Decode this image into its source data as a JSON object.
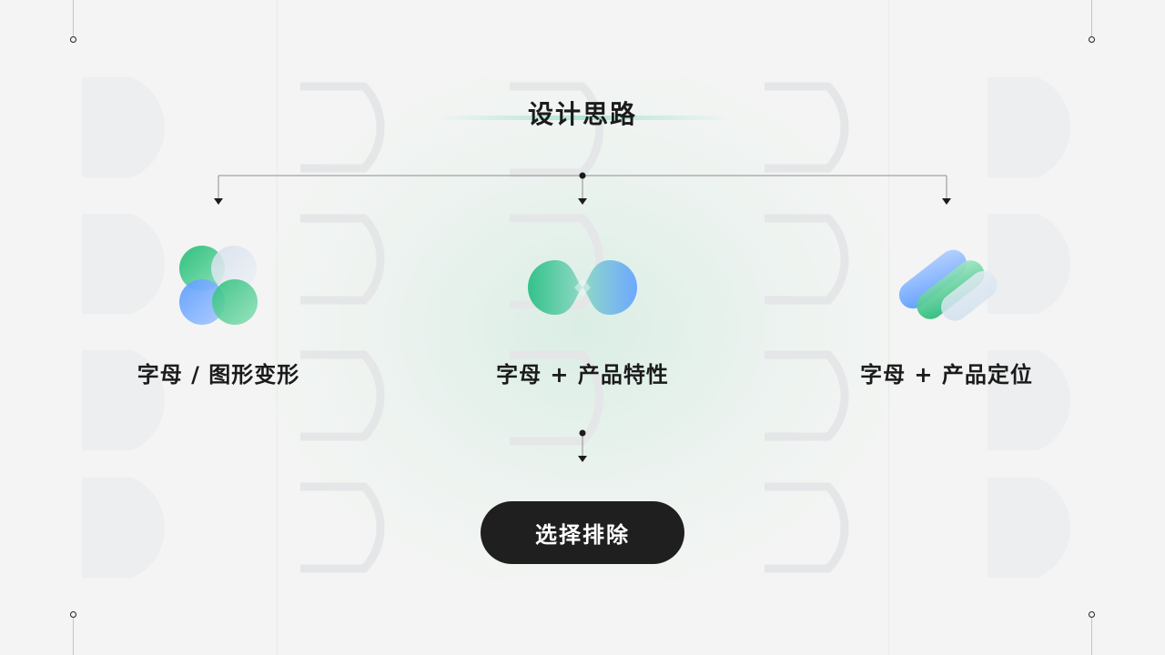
{
  "title": "设计思路",
  "concepts": [
    {
      "label": "字母 / 图形变形",
      "icon": "overlapping-circles-icon"
    },
    {
      "label": "字母 + 产品特性",
      "icon": "infinity-loop-icon"
    },
    {
      "label": "字母 + 产品定位",
      "icon": "diagonal-pills-icon"
    }
  ],
  "result_button": "选择排除",
  "colors": {
    "background": "#f3f4f3",
    "green": "#2fc07e",
    "blue": "#6ea8ff",
    "pale_blue": "#dfe6f0",
    "button": "#1f1f1f",
    "text": "#1b1b1b"
  }
}
